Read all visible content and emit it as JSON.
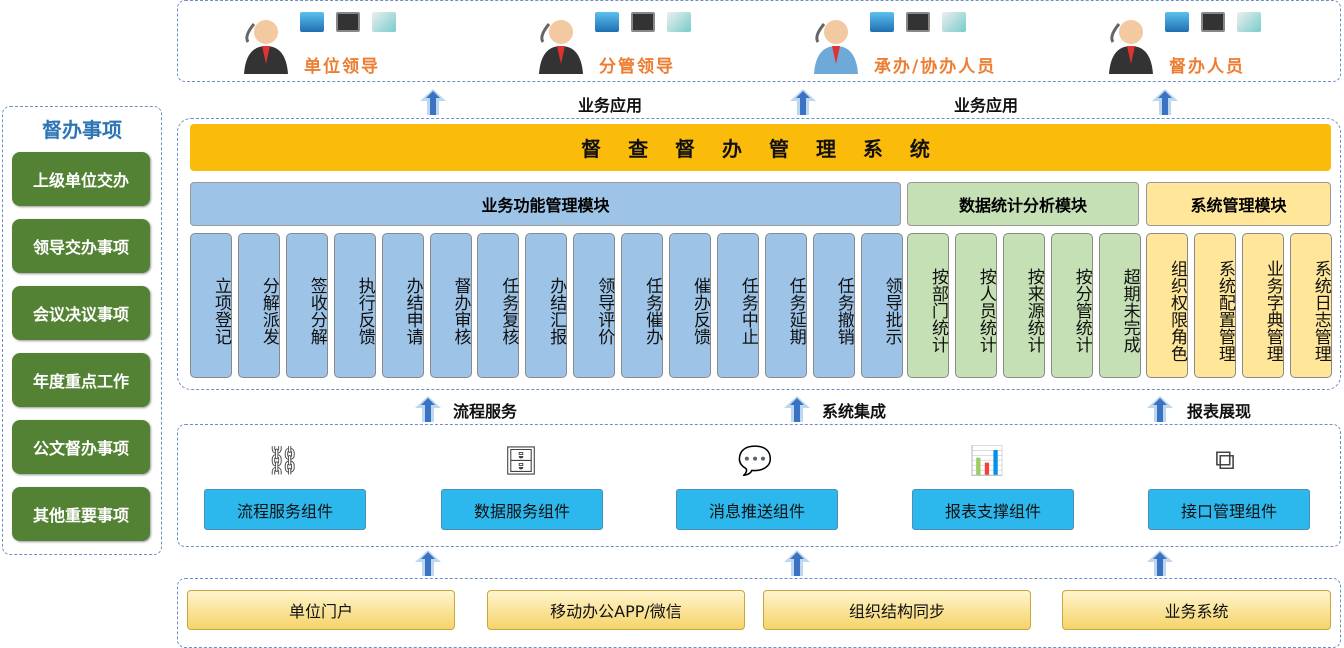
{
  "left_panel": {
    "title": "督办事项",
    "items": [
      "上级单位交办",
      "领导交办事项",
      "会议决议事项",
      "年度重点工作",
      "公文督办事项",
      "其他重要事项"
    ]
  },
  "roles": [
    "单位领导",
    "分管领导",
    "承办/协办人员",
    "督办人员"
  ],
  "top_labels": [
    "业务应用",
    "业务应用"
  ],
  "system_title": "督 查 督 办 管 理 系 统",
  "modules": {
    "business": {
      "title": "业务功能管理模块",
      "items": [
        "立项登记",
        "分解派发",
        "签收分解",
        "执行反馈",
        "办结申请",
        "督办审核",
        "任务复核",
        "办结汇报",
        "领导评价",
        "任务催办",
        "催办反馈",
        "任务中止",
        "任务延期",
        "任务撤销",
        "领导批示"
      ]
    },
    "statistics": {
      "title": "数据统计分析模块",
      "items": [
        "按部门统计",
        "按人员统计",
        "按来源统计",
        "按分管统计",
        "超期未完成"
      ]
    },
    "system": {
      "title": "系统管理模块",
      "items": [
        "组织权限角色",
        "系统配置管理",
        "业务字典管理",
        "系统日志管理"
      ]
    }
  },
  "middle_labels": [
    "流程服务",
    "系统集成",
    "报表展现"
  ],
  "components": [
    "流程服务组件",
    "数据服务组件",
    "消息推送组件",
    "报表支撑组件",
    "接口管理组件"
  ],
  "sources": [
    "单位门户",
    "移动办公APP/微信",
    "组织结构同步",
    "业务系统"
  ],
  "colors": {
    "banner": "#fbbb0a",
    "business": "#9dc3e6",
    "statistics": "#c5e0b4",
    "system": "#ffe699",
    "component": "#2cb8ec",
    "left_item": "#548235",
    "role_label": "#ed7d31"
  }
}
